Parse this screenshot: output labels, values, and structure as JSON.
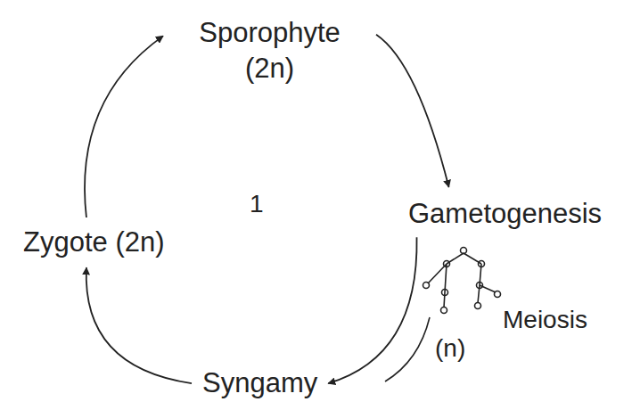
{
  "diagram": {
    "nodes": [
      {
        "text": [
          "Sporophyte (2n)"
        ]
      },
      {
        "text": [
          "Gametogenesis"
        ]
      },
      {
        "text": [
          "Syngamy"
        ]
      },
      {
        "text": [
          "Zygote (2n)"
        ]
      }
    ],
    "edges": [
      {
        "from": 0,
        "to": 1,
        "arrow": "to"
      },
      {
        "from": 1,
        "to": 2,
        "arrow": "to"
      },
      {
        "from": 2,
        "to": 3,
        "arrow": "to"
      },
      {
        "from": 3,
        "to": 0,
        "arrow": "to"
      }
    ],
    "labels": [
      "1",
      "Meiosis",
      "(n)"
    ]
  }
}
